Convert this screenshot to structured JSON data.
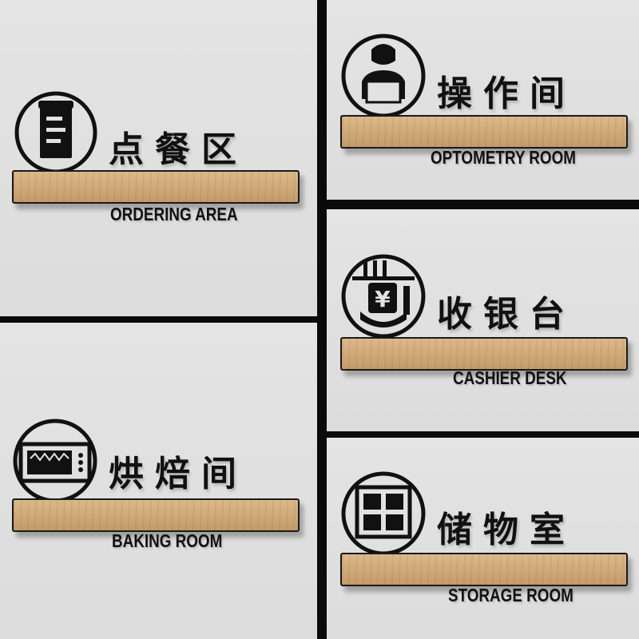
{
  "signs": {
    "ordering": {
      "cn": "点餐区",
      "en": "ORDERING AREA",
      "icon": "receipt-icon"
    },
    "baking": {
      "cn": "烘焙间",
      "en": "BAKING ROOM",
      "icon": "oven-icon"
    },
    "operation": {
      "cn": "操作间",
      "en": "OPTOMETRY ROOM",
      "icon": "staff-at-desk-icon"
    },
    "cashier": {
      "cn": "收银台",
      "en": "CASHIER DESK",
      "icon": "yen-register-icon"
    },
    "storage": {
      "cn": "储物室",
      "en": "STORAGE ROOM",
      "icon": "storage-boxes-icon"
    }
  },
  "colors": {
    "background": "#e0e0e0",
    "ink": "#111111",
    "wood": "#cfa978",
    "divider": "#0a0a0a"
  }
}
